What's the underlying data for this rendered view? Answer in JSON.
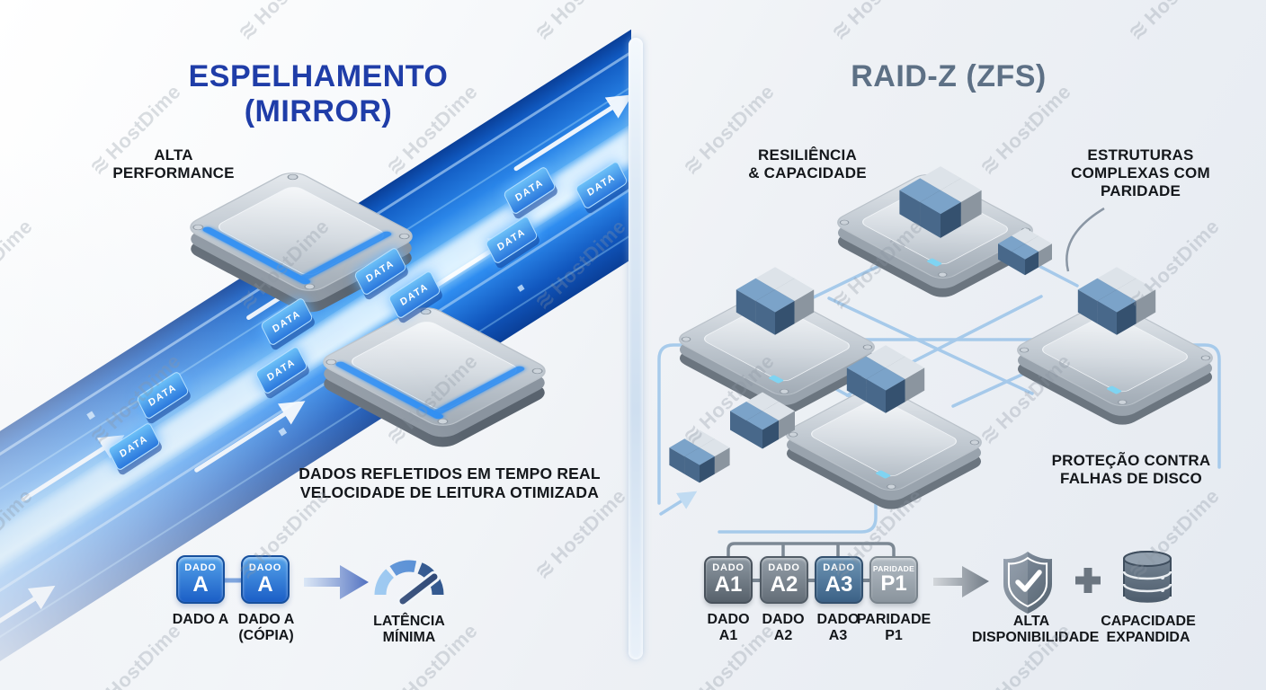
{
  "watermark": {
    "text": "HostDime",
    "glyph": "≋"
  },
  "left": {
    "title": "ESPELHAMENTO (MIRROR)",
    "perf_label": [
      "ALTA",
      "PERFORMANCE"
    ],
    "caption": [
      "DADOS REFLETIDOS EM TEMPO REAL",
      "VELOCIDADE DE LEITURA OTIMIZADA"
    ],
    "stream_tile_label": "DATA",
    "flow": {
      "box1_top": "DADO",
      "box1_main": "A",
      "box2_top": "DAOO",
      "box2_main": "A",
      "label_box1": "DADO A",
      "label_box2": [
        "DADO A",
        "(CÓPIA)"
      ],
      "result_label": [
        "LATÊNCIA",
        "MÍNIMA"
      ]
    }
  },
  "right": {
    "title": "RAID-Z (ZFS)",
    "resilience_label": [
      "RESILIÊNCIA",
      "& CAPACIDADE"
    ],
    "structures_label": [
      "ESTRUTURAS",
      "COMPLEXAS COM",
      "PARIDADE"
    ],
    "protection_label": [
      "PROTEÇÃO CONTRA",
      "FALHAS DE DISCO"
    ],
    "flow": {
      "boxes": [
        {
          "top": "DADO",
          "main": "A1",
          "label": [
            "DADO",
            "A1"
          ]
        },
        {
          "top": "DADO",
          "main": "A2",
          "label": [
            "DADO",
            "A2"
          ]
        },
        {
          "top": "DADO",
          "main": "A3",
          "label": [
            "DADO",
            "A3"
          ]
        },
        {
          "top": "PARIDADE",
          "main": "P1",
          "label": [
            "PARIDADE",
            "P1"
          ]
        }
      ],
      "result1": [
        "ALTA",
        "DISPONIBILIDADE"
      ],
      "result2": [
        "CAPACIDADE",
        "EXPANDIDA"
      ]
    }
  },
  "colors": {
    "left_title": "#1f3da8",
    "right_title": "#5d7085",
    "stream_blue": "#2f8df0",
    "data_block_blue": "#1b5ec6",
    "parity_gray": "#8a949d",
    "steel_blue": "#3c6186"
  }
}
